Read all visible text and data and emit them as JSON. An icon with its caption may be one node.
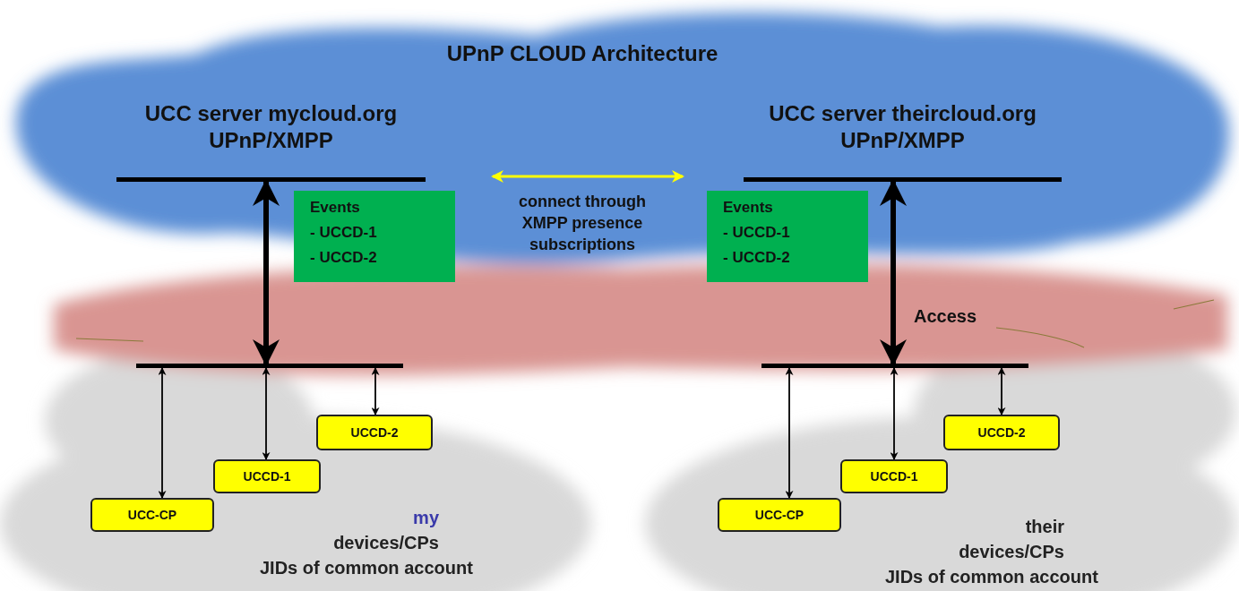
{
  "diagram": {
    "title": "UPnP CLOUD Architecture",
    "nodes": [
      {
        "text": [
          "UCC server mycloud.org UPnP/XMPP"
        ]
      },
      {
        "text": [],
        "shape": "bar"
      },
      {
        "text": [
          "Events",
          "- UCCD-1",
          "- UCCD-2"
        ]
      },
      {
        "text": [
          "UCC-CP"
        ]
      },
      {
        "text": [
          "UCCD-1"
        ]
      },
      {
        "text": [
          "UCCD-2"
        ]
      },
      {
        "text": [
          "UCC server theircloud.org UPnP/XMPP"
        ]
      },
      {
        "text": [],
        "shape": "bar"
      },
      {
        "text": [
          "Events",
          "- UCCD-1",
          "- UCCD-2"
        ]
      },
      {
        "text": [
          "UCC-CP"
        ]
      },
      {
        "text": [
          "UCCD-1"
        ]
      },
      {
        "text": [
          "UCCD-2"
        ]
      }
    ],
    "edges": [
      {
        "from": 0,
        "to": 1,
        "arrow": "both",
        "style": "thick"
      },
      {
        "from": 1,
        "to": 3,
        "arrow": "both"
      },
      {
        "from": 1,
        "to": 4,
        "arrow": "both"
      },
      {
        "from": 1,
        "to": 5,
        "arrow": "both"
      },
      {
        "from": 6,
        "to": 7,
        "arrow": "both",
        "style": "thick",
        "label": "Access"
      },
      {
        "from": 7,
        "to": 9,
        "arrow": "both"
      },
      {
        "from": 7,
        "to": 10,
        "arrow": "both"
      },
      {
        "from": 7,
        "to": 11,
        "arrow": "both"
      }
    ],
    "labels": [
      "connect through XMPP presence subscriptions",
      "my",
      "devices/CPs",
      "JIDs of common account",
      "their",
      "devices/CPs",
      "JIDs of common account"
    ]
  }
}
